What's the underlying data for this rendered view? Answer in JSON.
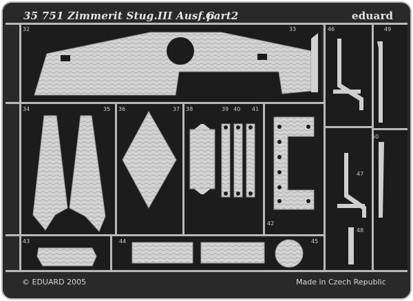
{
  "header": {
    "catalog_number": "35 751",
    "title": "Zimmerit Stug.III Ausf.G",
    "part": "part2",
    "brand": "eduard"
  },
  "footer": {
    "copyright": "© EDUARD 2005",
    "origin": "Made in Czech Republic"
  },
  "part_numbers": [
    "32",
    "33",
    "34",
    "35",
    "36",
    "37",
    "38",
    "39",
    "40",
    "41",
    "42",
    "43",
    "44",
    "45",
    "46",
    "47",
    "48",
    "49",
    "50"
  ],
  "colors": {
    "fret_background": "#2a2a2a",
    "fret_edge": "#b4b4b4",
    "part_metal": "#d2d2d2",
    "text": "#d6d6d6"
  }
}
